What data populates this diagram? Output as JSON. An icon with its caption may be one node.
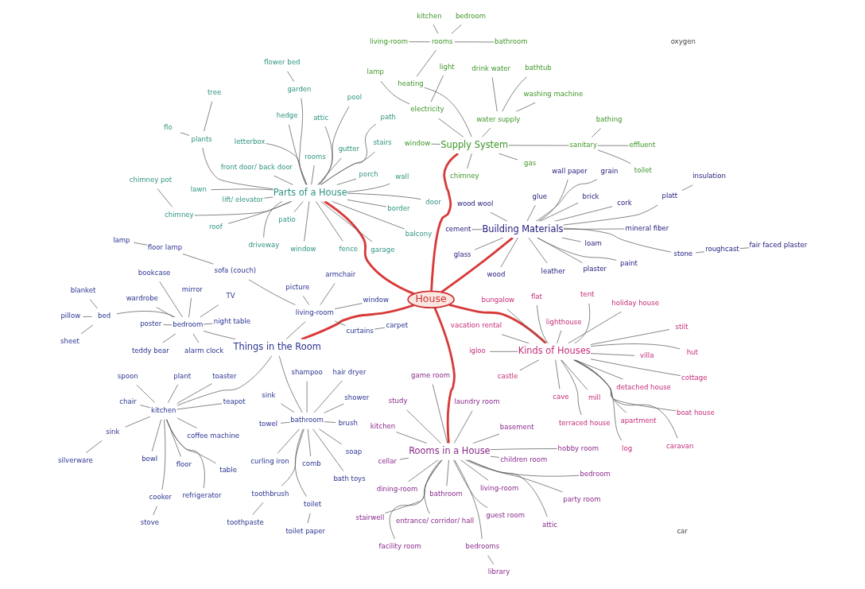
{
  "diagram": {
    "nodes": [
      {
        "text": [
          "House"
        ]
      },
      {
        "text": [
          "Parts of a House"
        ]
      },
      {
        "text": [
          "plants"
        ]
      },
      {
        "text": [
          "flo"
        ]
      },
      {
        "text": [
          "tree"
        ]
      },
      {
        "text": [
          "window"
        ]
      },
      {
        "text": [
          "wall"
        ]
      },
      {
        "text": [
          "letterbox"
        ]
      },
      {
        "text": [
          "roof"
        ]
      },
      {
        "text": [
          "balcony"
        ]
      },
      {
        "text": [
          "door"
        ]
      },
      {
        "text": [
          "path"
        ]
      },
      {
        "text": [
          "garage"
        ]
      },
      {
        "text": [
          "chimney"
        ]
      },
      {
        "text": [
          "chimney pot"
        ]
      },
      {
        "text": [
          "attic"
        ]
      },
      {
        "text": [
          "gutter"
        ]
      },
      {
        "text": [
          "front door/ back door"
        ]
      },
      {
        "text": [
          "pool"
        ]
      },
      {
        "text": [
          "lift/ elevator"
        ]
      },
      {
        "text": [
          "rooms"
        ]
      },
      {
        "text": [
          "lawn"
        ]
      },
      {
        "text": [
          "patio"
        ]
      },
      {
        "text": [
          "hedge"
        ]
      },
      {
        "text": [
          "border"
        ]
      },
      {
        "text": [
          "porch"
        ]
      },
      {
        "text": [
          "fence"
        ]
      },
      {
        "text": [
          "driveway"
        ]
      },
      {
        "text": [
          "garden"
        ]
      },
      {
        "text": [
          "flower bed"
        ]
      },
      {
        "text": [
          "stairs"
        ]
      },
      {
        "text": [
          "Rooms in a House"
        ]
      },
      {
        "text": [
          "library"
        ]
      },
      {
        "text": [
          "bedrooms"
        ]
      },
      {
        "text": [
          "bathroom"
        ]
      },
      {
        "text": [
          "guest room"
        ]
      },
      {
        "text": [
          "living-room"
        ]
      },
      {
        "text": [
          "dining-room"
        ]
      },
      {
        "text": [
          "bedroom"
        ]
      },
      {
        "text": [
          "kitchen"
        ]
      },
      {
        "text": [
          "attic"
        ]
      },
      {
        "text": [
          "stairwell"
        ]
      },
      {
        "text": [
          "laundry room"
        ]
      },
      {
        "text": [
          "entrance/ corridor/ hall"
        ]
      },
      {
        "text": [
          "party room"
        ]
      },
      {
        "text": [
          "basement"
        ]
      },
      {
        "text": [
          "game room"
        ]
      },
      {
        "text": [
          "children room"
        ]
      },
      {
        "text": [
          "cellar"
        ]
      },
      {
        "text": [
          "hobby room"
        ]
      },
      {
        "text": [
          "facility room"
        ]
      },
      {
        "text": [
          "study"
        ]
      },
      {
        "text": [
          "Things in the Room"
        ]
      },
      {
        "text": [
          "living-room"
        ]
      },
      {
        "text": [
          "window"
        ]
      },
      {
        "text": [
          "curtains"
        ]
      },
      {
        "text": [
          "carpet"
        ]
      },
      {
        "text": [
          "picture"
        ]
      },
      {
        "text": [
          "sofa (couch)"
        ]
      },
      {
        "text": [
          "floor lamp"
        ]
      },
      {
        "text": [
          "lamp"
        ]
      },
      {
        "text": [
          "armchair"
        ]
      },
      {
        "text": [
          "bathroom"
        ]
      },
      {
        "text": [
          "sink"
        ]
      },
      {
        "text": [
          "toilet"
        ]
      },
      {
        "text": [
          "toilet paper"
        ]
      },
      {
        "text": [
          "towel"
        ]
      },
      {
        "text": [
          "curling iron"
        ]
      },
      {
        "text": [
          "comb"
        ]
      },
      {
        "text": [
          "brush"
        ]
      },
      {
        "text": [
          "hair dryer"
        ]
      },
      {
        "text": [
          "soap"
        ]
      },
      {
        "text": [
          "bath toys"
        ]
      },
      {
        "text": [
          "shampoo"
        ]
      },
      {
        "text": [
          "shower"
        ]
      },
      {
        "text": [
          "toothbrush"
        ]
      },
      {
        "text": [
          "toothpaste"
        ]
      },
      {
        "text": [
          "kitchen"
        ]
      },
      {
        "text": [
          "silverware"
        ]
      },
      {
        "text": [
          "sink"
        ]
      },
      {
        "text": [
          "chair"
        ]
      },
      {
        "text": [
          "toaster"
        ]
      },
      {
        "text": [
          "spoon"
        ]
      },
      {
        "text": [
          "bowl"
        ]
      },
      {
        "text": [
          "coffee machine"
        ]
      },
      {
        "text": [
          "refrigerator"
        ]
      },
      {
        "text": [
          "floor"
        ]
      },
      {
        "text": [
          "stove"
        ]
      },
      {
        "text": [
          "cooker"
        ]
      },
      {
        "text": [
          "teapot"
        ]
      },
      {
        "text": [
          "table"
        ]
      },
      {
        "text": [
          "plant"
        ]
      },
      {
        "text": [
          "bedroom"
        ]
      },
      {
        "text": [
          "wardrobe"
        ]
      },
      {
        "text": [
          "poster"
        ]
      },
      {
        "text": [
          "bookcase"
        ]
      },
      {
        "text": [
          "teddy bear"
        ]
      },
      {
        "text": [
          "TV"
        ]
      },
      {
        "text": [
          "night table"
        ]
      },
      {
        "text": [
          "alarm clock"
        ]
      },
      {
        "text": [
          "mirror"
        ]
      },
      {
        "text": [
          "bed"
        ]
      },
      {
        "text": [
          "pillow"
        ]
      },
      {
        "text": [
          "blanket"
        ]
      },
      {
        "text": [
          "sheet"
        ]
      },
      {
        "text": [
          "Kinds of Houses"
        ]
      },
      {
        "text": [
          "stilt"
        ]
      },
      {
        "text": [
          "mill"
        ]
      },
      {
        "text": [
          "hut"
        ]
      },
      {
        "text": [
          "castle"
        ]
      },
      {
        "text": [
          "detached house"
        ]
      },
      {
        "text": [
          "cave"
        ]
      },
      {
        "text": [
          "cottage"
        ]
      },
      {
        "text": [
          "terraced house"
        ]
      },
      {
        "text": [
          "igloo"
        ]
      },
      {
        "text": [
          "flat"
        ]
      },
      {
        "text": [
          "tent"
        ]
      },
      {
        "text": [
          "log"
        ]
      },
      {
        "text": [
          "apartment"
        ]
      },
      {
        "text": [
          "lighthouse"
        ]
      },
      {
        "text": [
          "villa"
        ]
      },
      {
        "text": [
          "bungalow"
        ]
      },
      {
        "text": [
          "caravan"
        ]
      },
      {
        "text": [
          "boat house"
        ]
      },
      {
        "text": [
          "vacation rental"
        ]
      },
      {
        "text": [
          "holiday house"
        ]
      },
      {
        "text": [
          "Building Materials"
        ]
      },
      {
        "text": [
          "cement"
        ]
      },
      {
        "text": [
          "glue"
        ]
      },
      {
        "text": [
          "glass"
        ]
      },
      {
        "text": [
          "grain"
        ]
      },
      {
        "text": [
          "insulation"
        ]
      },
      {
        "text": [
          "platt"
        ]
      },
      {
        "text": [
          "wood wool"
        ]
      },
      {
        "text": [
          "cork"
        ]
      },
      {
        "text": [
          "plaster"
        ]
      },
      {
        "text": [
          "wall paper"
        ]
      },
      {
        "text": [
          "brick"
        ]
      },
      {
        "text": [
          "mineral fiber"
        ]
      },
      {
        "text": [
          "loam"
        ]
      },
      {
        "text": [
          "stone"
        ]
      },
      {
        "text": [
          "roughcast"
        ]
      },
      {
        "text": [
          "fair faced plaster"
        ]
      },
      {
        "text": [
          "wood"
        ]
      },
      {
        "text": [
          "leather"
        ]
      },
      {
        "text": [
          "paint"
        ]
      },
      {
        "text": [
          "Supply System"
        ]
      },
      {
        "text": [
          "window"
        ]
      },
      {
        "text": [
          "gas"
        ]
      },
      {
        "text": [
          "electricity"
        ]
      },
      {
        "text": [
          "lamp"
        ]
      },
      {
        "text": [
          "light"
        ]
      },
      {
        "text": [
          "water supply"
        ]
      },
      {
        "text": [
          "bathtub"
        ]
      },
      {
        "text": [
          "washing machine"
        ]
      },
      {
        "text": [
          "drink water"
        ]
      },
      {
        "text": [
          "heating"
        ]
      },
      {
        "text": [
          "rooms"
        ]
      },
      {
        "text": [
          "living-room"
        ]
      },
      {
        "text": [
          "kitchen"
        ]
      },
      {
        "text": [
          "bathroom"
        ]
      },
      {
        "text": [
          "bedroom"
        ]
      },
      {
        "text": [
          "chimney"
        ]
      },
      {
        "text": [
          "sanitary"
        ]
      },
      {
        "text": [
          "effluent"
        ]
      },
      {
        "text": [
          "toilet"
        ]
      },
      {
        "text": [
          "bathing"
        ]
      }
    ],
    "edges": [
      {
        "from": 0,
        "to": 1,
        "arrow": "none",
        "style": "thick",
        "color": "#d83a3a"
      },
      {
        "from": 0,
        "to": 31,
        "arrow": "none",
        "style": "thick",
        "color": "#d83a3a"
      },
      {
        "from": 0,
        "to": 52,
        "arrow": "none",
        "style": "thick",
        "color": "#d83a3a"
      },
      {
        "from": 0,
        "to": 105,
        "arrow": "none",
        "style": "thick",
        "color": "#d83a3a"
      },
      {
        "from": 0,
        "to": 126,
        "arrow": "none",
        "style": "thick",
        "color": "#d83a3a"
      },
      {
        "from": 0,
        "to": 146,
        "arrow": "none",
        "style": "thick",
        "color": "#d83a3a"
      },
      {
        "from": 1,
        "to": 2,
        "arrow": "none"
      },
      {
        "from": 2,
        "to": 3,
        "arrow": "none"
      },
      {
        "from": 2,
        "to": 4,
        "arrow": "none"
      },
      {
        "from": 1,
        "to": 5,
        "arrow": "none"
      },
      {
        "from": 1,
        "to": 6,
        "arrow": "none"
      },
      {
        "from": 1,
        "to": 7,
        "arrow": "none"
      },
      {
        "from": 1,
        "to": 8,
        "arrow": "none"
      },
      {
        "from": 1,
        "to": 9,
        "arrow": "none"
      },
      {
        "from": 1,
        "to": 10,
        "arrow": "none"
      },
      {
        "from": 1,
        "to": 11,
        "arrow": "none"
      },
      {
        "from": 1,
        "to": 12,
        "arrow": "none"
      },
      {
        "from": 1,
        "to": 13,
        "arrow": "none"
      },
      {
        "from": 13,
        "to": 14,
        "arrow": "none"
      },
      {
        "from": 1,
        "to": 15,
        "arrow": "none"
      },
      {
        "from": 1,
        "to": 16,
        "arrow": "none"
      },
      {
        "from": 1,
        "to": 17,
        "arrow": "none"
      },
      {
        "from": 1,
        "to": 18,
        "arrow": "none"
      },
      {
        "from": 1,
        "to": 19,
        "arrow": "none"
      },
      {
        "from": 1,
        "to": 20,
        "arrow": "none"
      },
      {
        "from": 1,
        "to": 21,
        "arrow": "none"
      },
      {
        "from": 1,
        "to": 22,
        "arrow": "none"
      },
      {
        "from": 1,
        "to": 23,
        "arrow": "none"
      },
      {
        "from": 1,
        "to": 24,
        "arrow": "none"
      },
      {
        "from": 1,
        "to": 25,
        "arrow": "none"
      },
      {
        "from": 1,
        "to": 26,
        "arrow": "none"
      },
      {
        "from": 1,
        "to": 27,
        "arrow": "none"
      },
      {
        "from": 1,
        "to": 28,
        "arrow": "none"
      },
      {
        "from": 28,
        "to": 29,
        "arrow": "none"
      },
      {
        "from": 1,
        "to": 30,
        "arrow": "none"
      },
      {
        "from": 31,
        "to": 33,
        "arrow": "none"
      },
      {
        "from": 33,
        "to": 32,
        "arrow": "none"
      },
      {
        "from": 31,
        "to": 34,
        "arrow": "none"
      },
      {
        "from": 31,
        "to": 35,
        "arrow": "none"
      },
      {
        "from": 31,
        "to": 36,
        "arrow": "none"
      },
      {
        "from": 31,
        "to": 37,
        "arrow": "none"
      },
      {
        "from": 31,
        "to": 38,
        "arrow": "none"
      },
      {
        "from": 31,
        "to": 39,
        "arrow": "none"
      },
      {
        "from": 31,
        "to": 40,
        "arrow": "none"
      },
      {
        "from": 31,
        "to": 41,
        "arrow": "none"
      },
      {
        "from": 31,
        "to": 42,
        "arrow": "none"
      },
      {
        "from": 31,
        "to": 43,
        "arrow": "none"
      },
      {
        "from": 31,
        "to": 44,
        "arrow": "none"
      },
      {
        "from": 31,
        "to": 45,
        "arrow": "none"
      },
      {
        "from": 31,
        "to": 46,
        "arrow": "none"
      },
      {
        "from": 31,
        "to": 47,
        "arrow": "none"
      },
      {
        "from": 31,
        "to": 48,
        "arrow": "none"
      },
      {
        "from": 31,
        "to": 49,
        "arrow": "none"
      },
      {
        "from": 31,
        "to": 50,
        "arrow": "none"
      },
      {
        "from": 31,
        "to": 51,
        "arrow": "none"
      },
      {
        "from": 52,
        "to": 53,
        "arrow": "none"
      },
      {
        "from": 53,
        "to": 54,
        "arrow": "none"
      },
      {
        "from": 53,
        "to": 55,
        "arrow": "none"
      },
      {
        "from": 55,
        "to": 56,
        "arrow": "none"
      },
      {
        "from": 53,
        "to": 57,
        "arrow": "none"
      },
      {
        "from": 53,
        "to": 58,
        "arrow": "none"
      },
      {
        "from": 58,
        "to": 59,
        "arrow": "none"
      },
      {
        "from": 59,
        "to": 60,
        "arrow": "none"
      },
      {
        "from": 53,
        "to": 61,
        "arrow": "none"
      },
      {
        "from": 52,
        "to": 62,
        "arrow": "none"
      },
      {
        "from": 62,
        "to": 63,
        "arrow": "none"
      },
      {
        "from": 62,
        "to": 64,
        "arrow": "none"
      },
      {
        "from": 64,
        "to": 65,
        "arrow": "none"
      },
      {
        "from": 62,
        "to": 66,
        "arrow": "none"
      },
      {
        "from": 62,
        "to": 67,
        "arrow": "none"
      },
      {
        "from": 62,
        "to": 68,
        "arrow": "none"
      },
      {
        "from": 62,
        "to": 69,
        "arrow": "none"
      },
      {
        "from": 62,
        "to": 70,
        "arrow": "none"
      },
      {
        "from": 62,
        "to": 71,
        "arrow": "none"
      },
      {
        "from": 62,
        "to": 72,
        "arrow": "none"
      },
      {
        "from": 62,
        "to": 73,
        "arrow": "none"
      },
      {
        "from": 62,
        "to": 74,
        "arrow": "none"
      },
      {
        "from": 62,
        "to": 75,
        "arrow": "none"
      },
      {
        "from": 75,
        "to": 76,
        "arrow": "none"
      },
      {
        "from": 52,
        "to": 77,
        "arrow": "none"
      },
      {
        "from": 77,
        "to": 79,
        "arrow": "none"
      },
      {
        "from": 79,
        "to": 78,
        "arrow": "none"
      },
      {
        "from": 77,
        "to": 80,
        "arrow": "none"
      },
      {
        "from": 77,
        "to": 81,
        "arrow": "none"
      },
      {
        "from": 77,
        "to": 82,
        "arrow": "none"
      },
      {
        "from": 77,
        "to": 83,
        "arrow": "none"
      },
      {
        "from": 77,
        "to": 84,
        "arrow": "none"
      },
      {
        "from": 77,
        "to": 85,
        "arrow": "none"
      },
      {
        "from": 77,
        "to": 86,
        "arrow": "none"
      },
      {
        "from": 77,
        "to": 88,
        "arrow": "none"
      },
      {
        "from": 88,
        "to": 87,
        "arrow": "none"
      },
      {
        "from": 77,
        "to": 89,
        "arrow": "none"
      },
      {
        "from": 77,
        "to": 90,
        "arrow": "none"
      },
      {
        "from": 77,
        "to": 91,
        "arrow": "none"
      },
      {
        "from": 52,
        "to": 92,
        "arrow": "none"
      },
      {
        "from": 92,
        "to": 93,
        "arrow": "none"
      },
      {
        "from": 92,
        "to": 94,
        "arrow": "none"
      },
      {
        "from": 92,
        "to": 95,
        "arrow": "none"
      },
      {
        "from": 92,
        "to": 96,
        "arrow": "none"
      },
      {
        "from": 92,
        "to": 97,
        "arrow": "none"
      },
      {
        "from": 92,
        "to": 98,
        "arrow": "none"
      },
      {
        "from": 92,
        "to": 99,
        "arrow": "none"
      },
      {
        "from": 92,
        "to": 100,
        "arrow": "none"
      },
      {
        "from": 92,
        "to": 101,
        "arrow": "none"
      },
      {
        "from": 101,
        "to": 102,
        "arrow": "none"
      },
      {
        "from": 101,
        "to": 103,
        "arrow": "none"
      },
      {
        "from": 101,
        "to": 104,
        "arrow": "none"
      },
      {
        "from": 105,
        "to": 106,
        "arrow": "none"
      },
      {
        "from": 105,
        "to": 107,
        "arrow": "none"
      },
      {
        "from": 105,
        "to": 108,
        "arrow": "none"
      },
      {
        "from": 105,
        "to": 109,
        "arrow": "none"
      },
      {
        "from": 105,
        "to": 110,
        "arrow": "none"
      },
      {
        "from": 105,
        "to": 111,
        "arrow": "none"
      },
      {
        "from": 105,
        "to": 112,
        "arrow": "none"
      },
      {
        "from": 105,
        "to": 113,
        "arrow": "none"
      },
      {
        "from": 105,
        "to": 114,
        "arrow": "none"
      },
      {
        "from": 105,
        "to": 115,
        "arrow": "none"
      },
      {
        "from": 105,
        "to": 116,
        "arrow": "none"
      },
      {
        "from": 105,
        "to": 117,
        "arrow": "none"
      },
      {
        "from": 105,
        "to": 118,
        "arrow": "none"
      },
      {
        "from": 105,
        "to": 119,
        "arrow": "none"
      },
      {
        "from": 105,
        "to": 120,
        "arrow": "none"
      },
      {
        "from": 105,
        "to": 121,
        "arrow": "none"
      },
      {
        "from": 105,
        "to": 122,
        "arrow": "none"
      },
      {
        "from": 105,
        "to": 123,
        "arrow": "none"
      },
      {
        "from": 105,
        "to": 124,
        "arrow": "none"
      },
      {
        "from": 105,
        "to": 125,
        "arrow": "none"
      },
      {
        "from": 126,
        "to": 127,
        "arrow": "none"
      },
      {
        "from": 126,
        "to": 128,
        "arrow": "none"
      },
      {
        "from": 126,
        "to": 129,
        "arrow": "none"
      },
      {
        "from": 126,
        "to": 130,
        "arrow": "none"
      },
      {
        "from": 126,
        "to": 132,
        "arrow": "none"
      },
      {
        "from": 132,
        "to": 131,
        "arrow": "none"
      },
      {
        "from": 126,
        "to": 133,
        "arrow": "none"
      },
      {
        "from": 126,
        "to": 134,
        "arrow": "none"
      },
      {
        "from": 126,
        "to": 135,
        "arrow": "none"
      },
      {
        "from": 126,
        "to": 136,
        "arrow": "none"
      },
      {
        "from": 126,
        "to": 137,
        "arrow": "none"
      },
      {
        "from": 126,
        "to": 138,
        "arrow": "none"
      },
      {
        "from": 126,
        "to": 139,
        "arrow": "none"
      },
      {
        "from": 126,
        "to": 140,
        "arrow": "none"
      },
      {
        "from": 140,
        "to": 141,
        "arrow": "none"
      },
      {
        "from": 141,
        "to": 142,
        "arrow": "none"
      },
      {
        "from": 126,
        "to": 143,
        "arrow": "none"
      },
      {
        "from": 126,
        "to": 144,
        "arrow": "none"
      },
      {
        "from": 126,
        "to": 145,
        "arrow": "none"
      },
      {
        "from": 146,
        "to": 147,
        "arrow": "none"
      },
      {
        "from": 146,
        "to": 148,
        "arrow": "none"
      },
      {
        "from": 146,
        "to": 149,
        "arrow": "none"
      },
      {
        "from": 149,
        "to": 150,
        "arrow": "none"
      },
      {
        "from": 149,
        "to": 151,
        "arrow": "none"
      },
      {
        "from": 146,
        "to": 152,
        "arrow": "none"
      },
      {
        "from": 152,
        "to": 153,
        "arrow": "none"
      },
      {
        "from": 152,
        "to": 154,
        "arrow": "none"
      },
      {
        "from": 152,
        "to": 155,
        "arrow": "none"
      },
      {
        "from": 146,
        "to": 156,
        "arrow": "none"
      },
      {
        "from": 156,
        "to": 157,
        "arrow": "none"
      },
      {
        "from": 157,
        "to": 158,
        "arrow": "none"
      },
      {
        "from": 157,
        "to": 159,
        "arrow": "none"
      },
      {
        "from": 157,
        "to": 160,
        "arrow": "none"
      },
      {
        "from": 157,
        "to": 161,
        "arrow": "none"
      },
      {
        "from": 146,
        "to": 162,
        "arrow": "none"
      },
      {
        "from": 146,
        "to": 163,
        "arrow": "none"
      },
      {
        "from": 163,
        "to": 164,
        "arrow": "none"
      },
      {
        "from": 163,
        "to": 165,
        "arrow": "none"
      },
      {
        "from": 163,
        "to": 166,
        "arrow": "none"
      }
    ],
    "labels": [
      "car",
      "oxygen"
    ]
  }
}
